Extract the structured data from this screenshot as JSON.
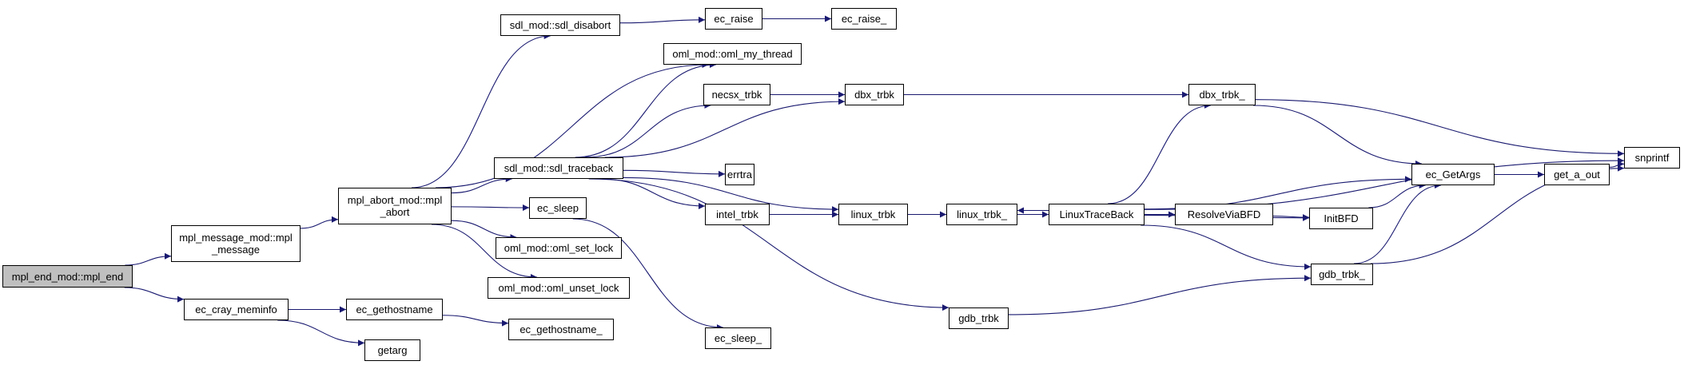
{
  "graph": {
    "nodes": {
      "mpl_end": {
        "label": "mpl_end_mod::mpl_end",
        "root": true
      },
      "mpl_message": {
        "label": "mpl_message_mod::mpl\n_message"
      },
      "ec_cray_meminfo": {
        "label": "ec_cray_meminfo"
      },
      "mpl_abort": {
        "label": "mpl_abort_mod::mpl\n_abort"
      },
      "ec_gethostname": {
        "label": "ec_gethostname"
      },
      "getarg": {
        "label": "getarg"
      },
      "ec_gethostname_": {
        "label": "ec_gethostname_"
      },
      "sdl_disabort": {
        "label": "sdl_mod::sdl_disabort"
      },
      "oml_my_thread": {
        "label": "oml_mod::oml_my_thread"
      },
      "sdl_traceback": {
        "label": "sdl_mod::sdl_traceback"
      },
      "ec_sleep": {
        "label": "ec_sleep"
      },
      "oml_set_lock": {
        "label": "oml_mod::oml_set_lock"
      },
      "oml_unset_lock": {
        "label": "oml_mod::oml_unset_lock"
      },
      "ec_raise": {
        "label": "ec_raise"
      },
      "ec_raise_": {
        "label": "ec_raise_"
      },
      "necsx_trbk": {
        "label": "necsx_trbk"
      },
      "errtra": {
        "label": "errtra"
      },
      "intel_trbk": {
        "label": "intel_trbk"
      },
      "ec_sleep_": {
        "label": "ec_sleep_"
      },
      "dbx_trbk": {
        "label": "dbx_trbk"
      },
      "linux_trbk": {
        "label": "linux_trbk"
      },
      "gdb_trbk": {
        "label": "gdb_trbk"
      },
      "linux_trbk_": {
        "label": "linux_trbk_"
      },
      "LinuxTraceBack": {
        "label": "LinuxTraceBack"
      },
      "dbx_trbk_": {
        "label": "dbx_trbk_"
      },
      "ResolveViaBFD": {
        "label": "ResolveViaBFD"
      },
      "InitBFD": {
        "label": "InitBFD"
      },
      "gdb_trbk_": {
        "label": "gdb_trbk_"
      },
      "ec_GetArgs": {
        "label": "ec_GetArgs"
      },
      "get_a_out": {
        "label": "get_a_out"
      },
      "snprintf": {
        "label": "snprintf"
      }
    },
    "edges": [
      [
        "mpl_end",
        "mpl_message"
      ],
      [
        "mpl_end",
        "ec_cray_meminfo"
      ],
      [
        "mpl_message",
        "mpl_abort"
      ],
      [
        "ec_cray_meminfo",
        "ec_gethostname"
      ],
      [
        "ec_cray_meminfo",
        "getarg"
      ],
      [
        "ec_gethostname",
        "ec_gethostname_"
      ],
      [
        "mpl_abort",
        "sdl_disabort"
      ],
      [
        "mpl_abort",
        "oml_my_thread"
      ],
      [
        "mpl_abort",
        "sdl_traceback"
      ],
      [
        "mpl_abort",
        "ec_sleep"
      ],
      [
        "mpl_abort",
        "oml_set_lock"
      ],
      [
        "mpl_abort",
        "oml_unset_lock"
      ],
      [
        "sdl_disabort",
        "ec_raise"
      ],
      [
        "ec_raise",
        "ec_raise_"
      ],
      [
        "sdl_traceback",
        "oml_my_thread"
      ],
      [
        "sdl_traceback",
        "necsx_trbk"
      ],
      [
        "sdl_traceback",
        "dbx_trbk"
      ],
      [
        "sdl_traceback",
        "errtra"
      ],
      [
        "sdl_traceback",
        "intel_trbk"
      ],
      [
        "sdl_traceback",
        "linux_trbk"
      ],
      [
        "sdl_traceback",
        "gdb_trbk"
      ],
      [
        "ec_sleep",
        "ec_sleep_"
      ],
      [
        "necsx_trbk",
        "dbx_trbk"
      ],
      [
        "intel_trbk",
        "linux_trbk"
      ],
      [
        "dbx_trbk",
        "dbx_trbk_"
      ],
      [
        "linux_trbk",
        "linux_trbk_"
      ],
      [
        "linux_trbk_",
        "LinuxTraceBack"
      ],
      [
        "LinuxTraceBack",
        "linux_trbk_"
      ],
      [
        "gdb_trbk",
        "gdb_trbk_"
      ],
      [
        "LinuxTraceBack",
        "dbx_trbk_"
      ],
      [
        "LinuxTraceBack",
        "snprintf"
      ],
      [
        "LinuxTraceBack",
        "ec_GetArgs"
      ],
      [
        "LinuxTraceBack",
        "ResolveViaBFD"
      ],
      [
        "LinuxTraceBack",
        "InitBFD"
      ],
      [
        "LinuxTraceBack",
        "gdb_trbk_"
      ],
      [
        "ResolveViaBFD",
        "InitBFD"
      ],
      [
        "dbx_trbk_",
        "snprintf"
      ],
      [
        "dbx_trbk_",
        "ec_GetArgs"
      ],
      [
        "InitBFD",
        "ec_GetArgs"
      ],
      [
        "gdb_trbk_",
        "ec_GetArgs"
      ],
      [
        "gdb_trbk_",
        "snprintf"
      ],
      [
        "ec_GetArgs",
        "get_a_out"
      ],
      [
        "get_a_out",
        "snprintf"
      ]
    ]
  },
  "colors": {
    "edge": "#191970",
    "node_border": "#000000",
    "root_fill": "#bfbfbf",
    "node_fill": "#ffffff"
  }
}
